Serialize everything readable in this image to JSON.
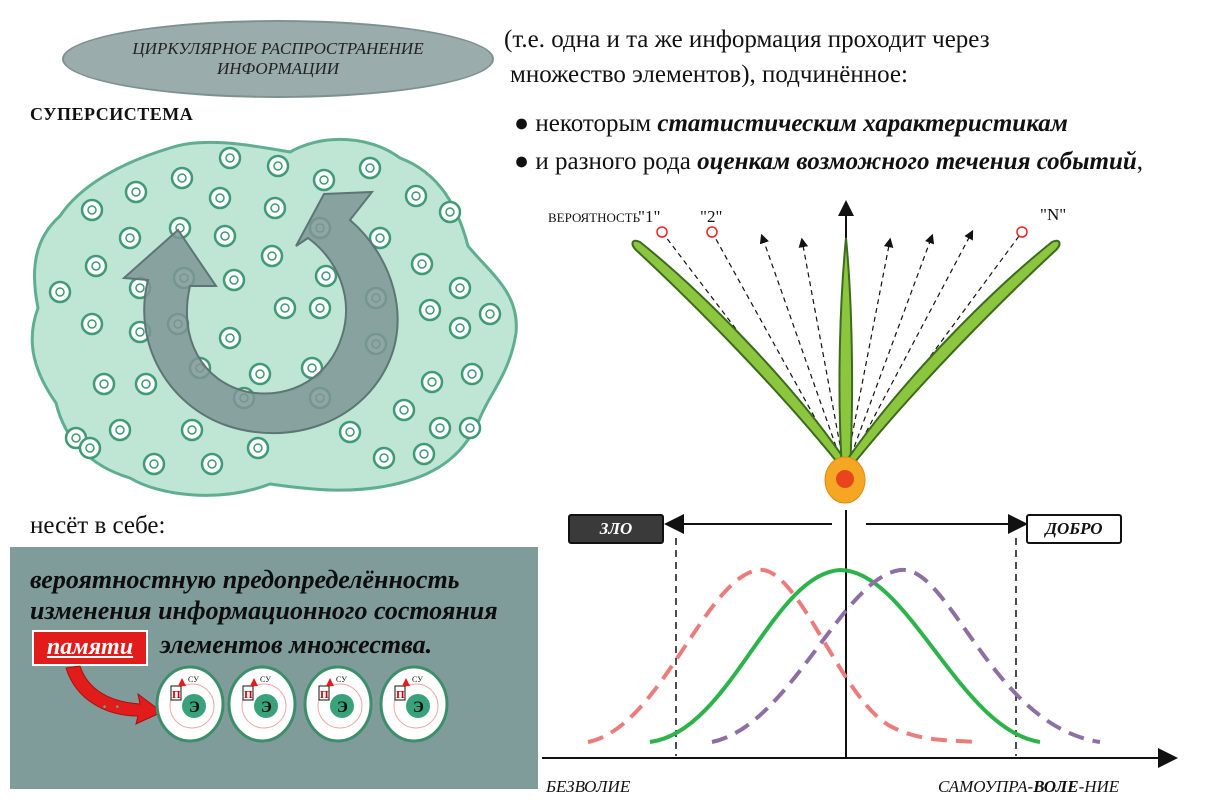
{
  "header": {
    "oval_line1": "ЦИРКУЛЯРНОЕ РАСПРОСТРАНЕНИЕ",
    "oval_line2": "ИНФОРМАЦИИ",
    "supersystem_label": "СУПЕРСИСТЕМА"
  },
  "description": {
    "line1": "(т.е. одна и та же информация проходит через",
    "line2": "множество элементов), подчинённое:",
    "bullet1_prefix": "некоторым ",
    "bullet1_emph": "статистическим характеристикам",
    "bullet2_prefix": "и разного рода ",
    "bullet2_emph": "оценкам возможного течения событий",
    "bullet2_suffix": ","
  },
  "left_panel": {
    "carries_label": "несёт в себе:",
    "box_line1": "вероятностную предопределённость",
    "box_line2": "изменения информационного состояния",
    "memory_tag": "памяти",
    "box_line3_rest": "элементов множества.",
    "element_letter": "Э",
    "su_label": "СУ",
    "p_label": "П",
    "dots_left": "· · ·",
    "dots_right": "· · ·"
  },
  "fan": {
    "probability_label": "ВЕРОЯТНОСТЬ",
    "label_1": "\"1\"",
    "label_2": "\"2\"",
    "label_n": "\"N\""
  },
  "distribution": {
    "evil_label": "ЗЛО",
    "good_label": "ДОБРО",
    "x_left_label": "БЕЗВОЛИЕ",
    "x_right_prefix": "САМОУПРА-",
    "x_right_bold": "ВОЛЕ",
    "x_right_suffix": "-НИЕ"
  },
  "colors": {
    "blob_fill": "#bfe5d5",
    "blob_stroke": "#5fae8f",
    "curve_green": "#2db34a",
    "curve_pink": "#ec7c7c",
    "curve_purple": "#8e6fa3",
    "box_bg": "#7f9c9a",
    "memory_red": "#e21b1b"
  }
}
